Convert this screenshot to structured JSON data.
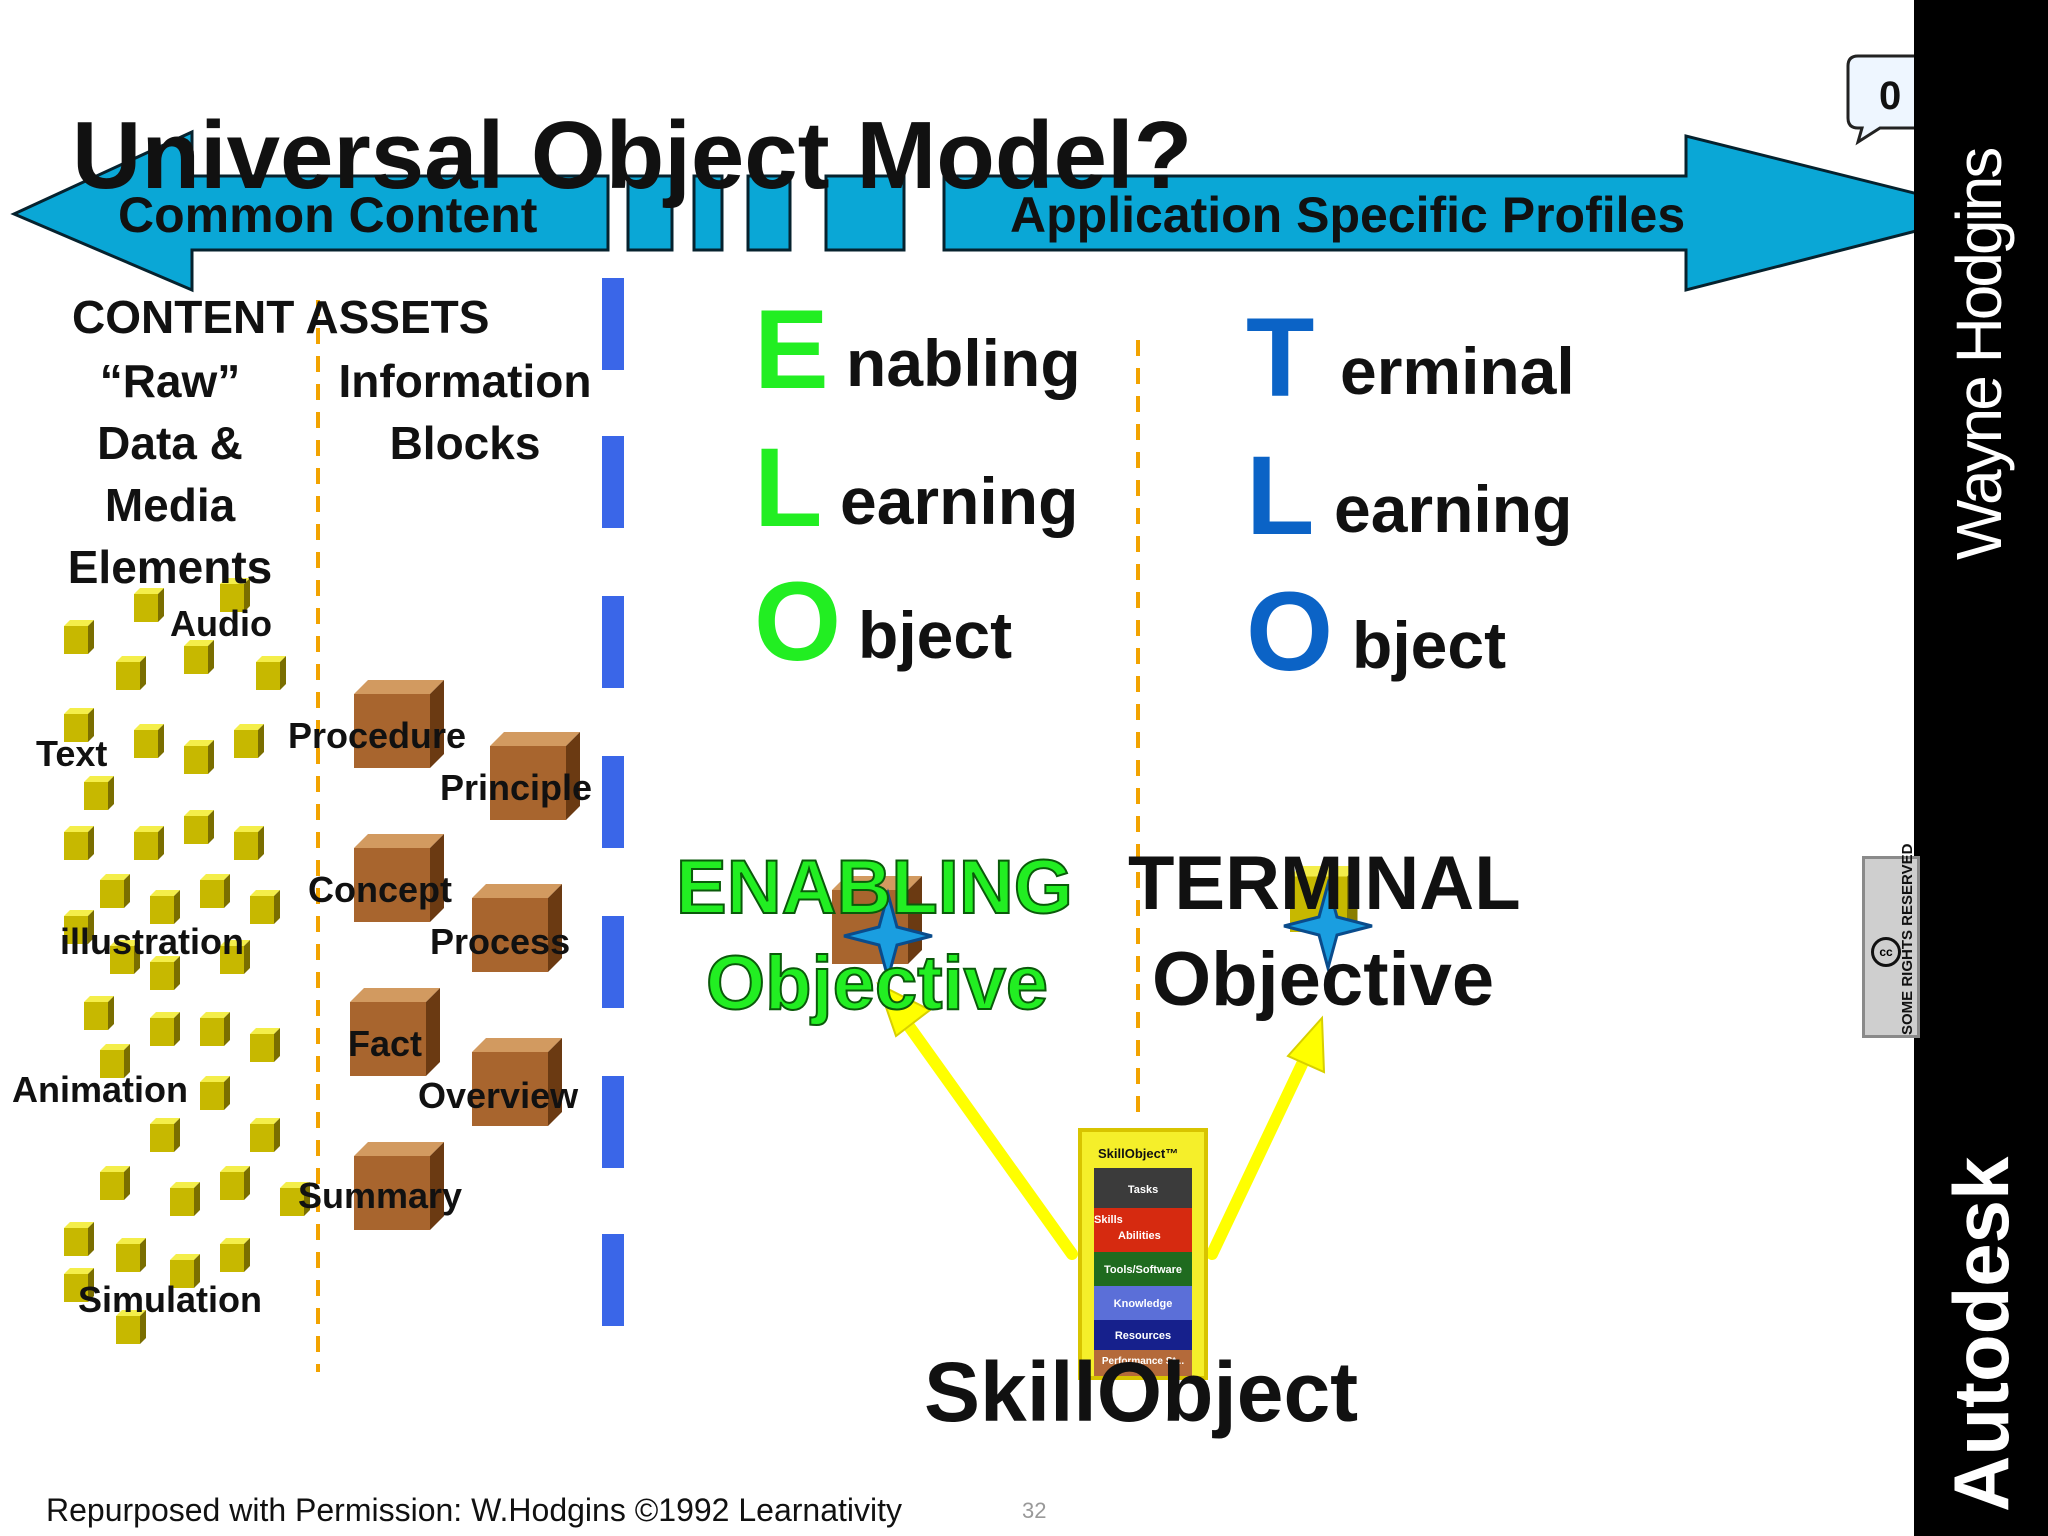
{
  "title": "Universal Object Model?",
  "arrow": {
    "left_label": "Common Content",
    "right_label": "Application Specific Profiles"
  },
  "comment_count": "0",
  "left": {
    "heading": "CONTENT ASSETS",
    "raw_lines": [
      "“Raw”",
      "Data &",
      "Media",
      "Elements"
    ],
    "info_lines": [
      "Information",
      "Blocks"
    ],
    "media_labels": [
      "Audio",
      "Text",
      "illustration",
      "Animation",
      "Simulation"
    ],
    "block_labels": [
      "Procedure",
      "Principle",
      "Concept",
      "Process",
      "Fact",
      "Overview",
      "Summary"
    ]
  },
  "elo": {
    "letters": [
      "E",
      "L",
      "O"
    ],
    "rests": [
      "nabling",
      "earning",
      "bject"
    ]
  },
  "tlo": {
    "letters": [
      "T",
      "L",
      "O"
    ],
    "rests": [
      "erminal",
      "earning",
      "bject"
    ]
  },
  "enabling": {
    "line1": "ENABLING",
    "line2": "Objective"
  },
  "terminal": {
    "line1": "TERMINAL",
    "line2": "Objective"
  },
  "skillobject": {
    "caption": "SkillObject",
    "tower_title": "SkillObject™",
    "layers": [
      "Tasks",
      "Skills",
      "Abilities",
      "Tools/Software",
      "Knowledge",
      "Resources",
      "Performance St..."
    ]
  },
  "footer": {
    "credit": "Repurposed with Permission: W.Hodgins ©1992 Learnativity",
    "page_number": "32"
  },
  "sidebar": {
    "author": "Wayne Hodgins",
    "license": "SOME RIGHTS RESERVED",
    "license_mark": "cc",
    "brand": "Autodesk"
  },
  "colors": {
    "arrow_fill": "#0aa7d6",
    "elo_green": "#22ee22",
    "tlo_blue": "#0b63c6",
    "dash_blue": "#3a66e8",
    "cube_yellow": "#c7b800",
    "block_brown": "#a8652e",
    "divider_orange": "#f2a300",
    "pointer_yellow": "#ffff00"
  }
}
